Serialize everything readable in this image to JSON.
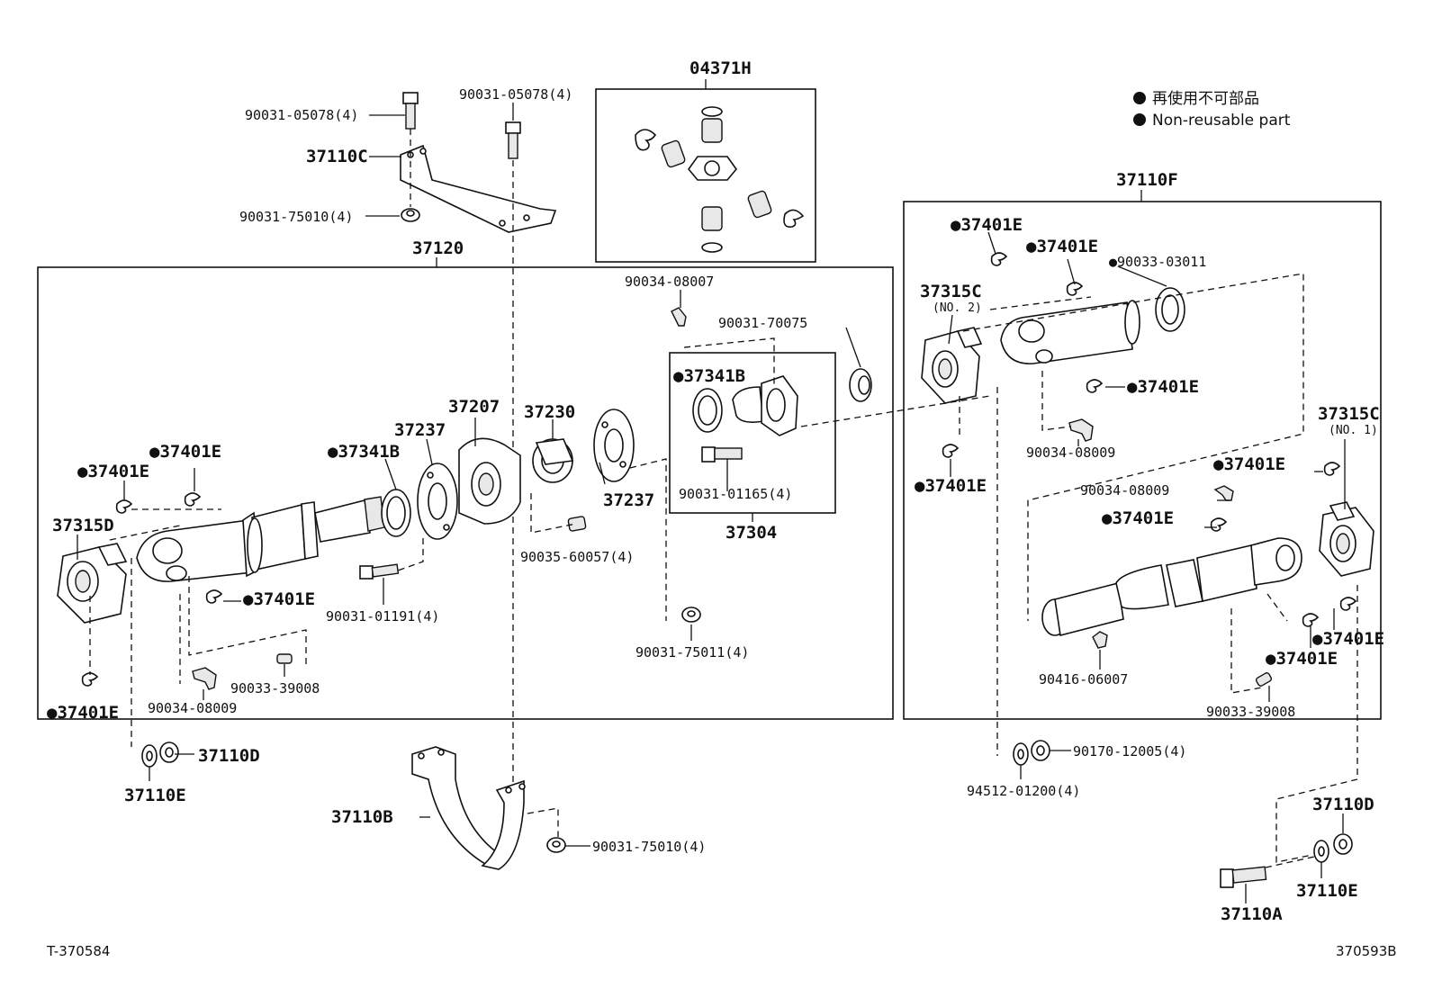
{
  "diagram": {
    "group_labels": {
      "box_37120": "37120",
      "box_37110F": "37110F",
      "box_04371H": "04371H",
      "box_37304": "37304"
    },
    "legend": {
      "jp": "再使用不可部品",
      "en": "Non-reusable part"
    },
    "footer": {
      "left": "T-370584",
      "right": "370593B"
    },
    "labels": [
      {
        "id": "l1",
        "text": "90031-05078(4)",
        "size": "sm"
      },
      {
        "id": "l2",
        "text": "90031-05078(4)",
        "size": "sm"
      },
      {
        "id": "l3",
        "text": "37110C",
        "size": "big"
      },
      {
        "id": "l4",
        "text": "90031-75010(4)",
        "size": "sm"
      },
      {
        "id": "l5",
        "text": "90034-08007",
        "size": "sm"
      },
      {
        "id": "l6",
        "text": "90031-70075",
        "size": "sm"
      },
      {
        "id": "l7",
        "text": "●37341B",
        "size": "big"
      },
      {
        "id": "l8",
        "text": "90031-01165(4)",
        "size": "sm"
      },
      {
        "id": "l9",
        "text": "37207",
        "size": "big"
      },
      {
        "id": "l10",
        "text": "37230",
        "size": "big"
      },
      {
        "id": "l11",
        "text": "37237",
        "size": "big"
      },
      {
        "id": "l12",
        "text": "37237",
        "size": "big"
      },
      {
        "id": "l13",
        "text": "●37341B",
        "size": "big"
      },
      {
        "id": "l14",
        "text": "●37401E",
        "size": "big"
      },
      {
        "id": "l15",
        "text": "●37401E",
        "size": "big"
      },
      {
        "id": "l16",
        "text": "37315D",
        "size": "big"
      },
      {
        "id": "l17",
        "text": "●37401E",
        "size": "big"
      },
      {
        "id": "l18",
        "text": "90031-01191(4)",
        "size": "sm"
      },
      {
        "id": "l19",
        "text": "90035-60057(4)",
        "size": "sm"
      },
      {
        "id": "l20",
        "text": "90031-75011(4)",
        "size": "sm"
      },
      {
        "id": "l21",
        "text": "90033-39008",
        "size": "sm"
      },
      {
        "id": "l22",
        "text": "90034-08009",
        "size": "sm"
      },
      {
        "id": "l23",
        "text": "●37401E",
        "size": "big"
      },
      {
        "id": "l24",
        "text": "37110D",
        "size": "big"
      },
      {
        "id": "l25",
        "text": "37110E",
        "size": "big"
      },
      {
        "id": "l26",
        "text": "37110B",
        "size": "big"
      },
      {
        "id": "l27",
        "text": "90031-75010(4)",
        "size": "sm"
      },
      {
        "id": "l28",
        "text": "●37401E",
        "size": "big"
      },
      {
        "id": "l29",
        "text": "●37401E",
        "size": "big"
      },
      {
        "id": "l30",
        "text": "●90033-03011",
        "size": "sm"
      },
      {
        "id": "l31",
        "text": "37315C",
        "size": "big"
      },
      {
        "id": "l32",
        "text": "(NO. 2)",
        "size": "xs"
      },
      {
        "id": "l33",
        "text": "●37401E",
        "size": "big"
      },
      {
        "id": "l34",
        "text": "90034-08009",
        "size": "sm"
      },
      {
        "id": "l35",
        "text": "●37401E",
        "size": "big"
      },
      {
        "id": "l36",
        "text": "37315C",
        "size": "big"
      },
      {
        "id": "l37",
        "text": "(NO. 1)",
        "size": "xs"
      },
      {
        "id": "l38",
        "text": "●37401E",
        "size": "big"
      },
      {
        "id": "l39",
        "text": "90034-08009",
        "size": "sm"
      },
      {
        "id": "l40",
        "text": "●37401E",
        "size": "big"
      },
      {
        "id": "l41",
        "text": "●37401E",
        "size": "big"
      },
      {
        "id": "l42",
        "text": "●37401E",
        "size": "big"
      },
      {
        "id": "l43",
        "text": "90416-06007",
        "size": "sm"
      },
      {
        "id": "l44",
        "text": "90033-39008",
        "size": "sm"
      },
      {
        "id": "l45",
        "text": "90170-12005(4)",
        "size": "sm"
      },
      {
        "id": "l46",
        "text": "94512-01200(4)",
        "size": "sm"
      },
      {
        "id": "l47",
        "text": "37110D",
        "size": "big"
      },
      {
        "id": "l48",
        "text": "37110E",
        "size": "big"
      },
      {
        "id": "l49",
        "text": "37110A",
        "size": "big"
      }
    ]
  }
}
